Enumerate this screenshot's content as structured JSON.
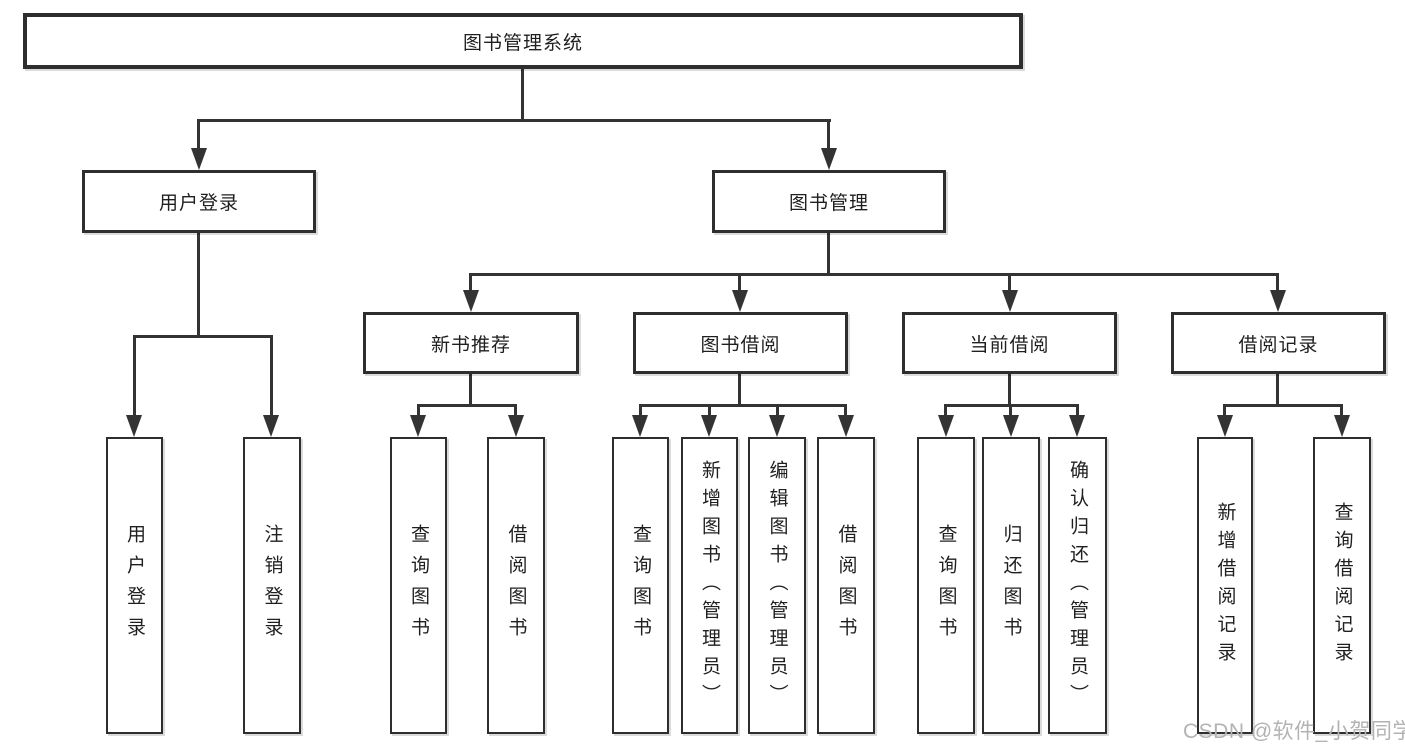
{
  "diagram": {
    "root": "图书管理系统",
    "branches": [
      {
        "label": "用户登录",
        "children": [
          {
            "label": "用户登录"
          },
          {
            "label": "注销登录"
          }
        ]
      },
      {
        "label": "图书管理",
        "children": [
          {
            "label": "新书推荐",
            "children": [
              {
                "label": "查询图书"
              },
              {
                "label": "借阅图书"
              }
            ]
          },
          {
            "label": "图书借阅",
            "children": [
              {
                "label": "查询图书"
              },
              {
                "label": "新增图书（管理员）"
              },
              {
                "label": "编辑图书（管理员）"
              },
              {
                "label": "借阅图书"
              }
            ]
          },
          {
            "label": "当前借阅",
            "children": [
              {
                "label": "查询图书"
              },
              {
                "label": "归还图书"
              },
              {
                "label": "确认归还（管理员）"
              }
            ]
          },
          {
            "label": "借阅记录",
            "children": [
              {
                "label": "新增借阅记录"
              },
              {
                "label": "查询借阅记录"
              }
            ]
          }
        ]
      }
    ]
  },
  "colors": {
    "box_border": "#2e2e2e",
    "connector": "#333333",
    "text": "#1f1f1f",
    "watermark": "#b3b3b3",
    "background": "#ffffff"
  },
  "watermark": {
    "text": "CSDN @软件_小贺同学"
  }
}
